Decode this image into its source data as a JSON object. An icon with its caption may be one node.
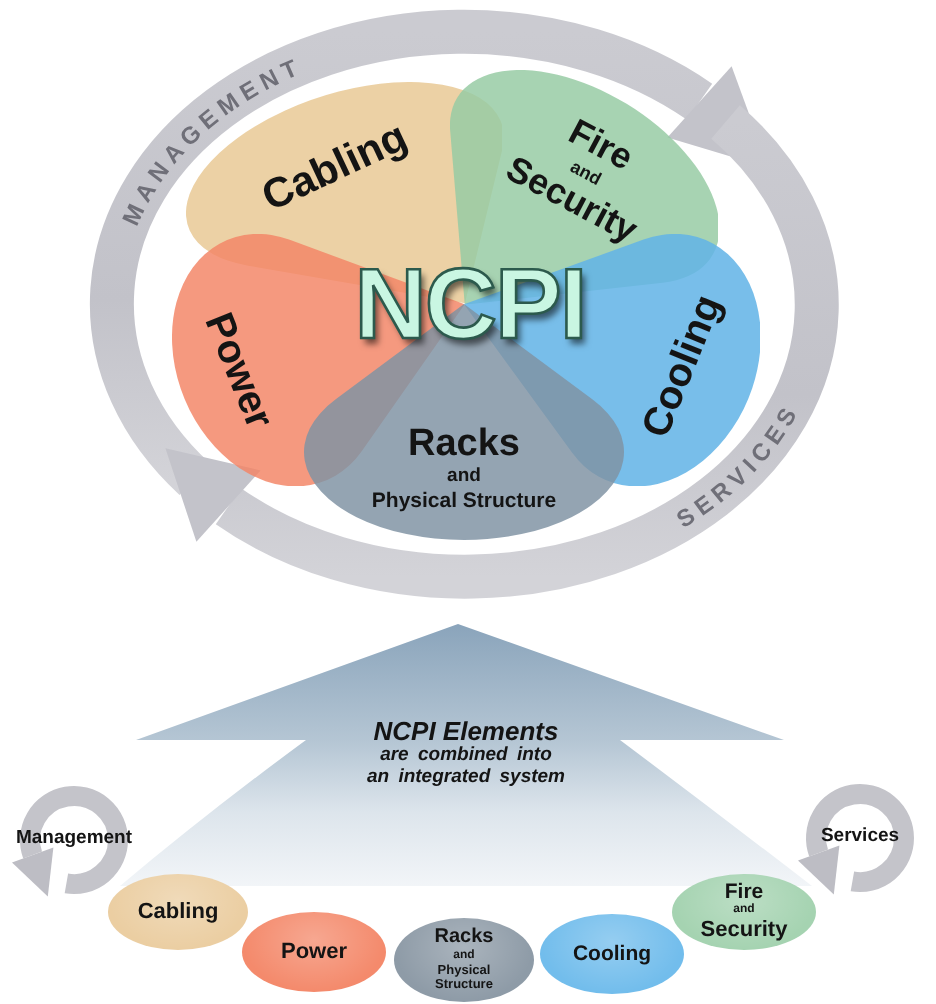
{
  "diagram": {
    "nodes": [
      {
        "text": [
          "Cabling"
        ]
      },
      {
        "text": [
          "Fire",
          "and",
          "Security"
        ]
      },
      {
        "text": [
          "Power"
        ]
      },
      {
        "text": [
          "Cooling"
        ]
      },
      {
        "text": [
          "Racks",
          "and",
          "Physical Structure"
        ]
      },
      {
        "text": [
          "NCPI Elements",
          "are combined into an integrated system"
        ]
      },
      {
        "text": [
          "Management"
        ]
      },
      {
        "text": [
          "Cabling"
        ]
      },
      {
        "text": [
          "Power"
        ]
      },
      {
        "text": [
          "Racks",
          "and",
          "Physical Structure"
        ]
      },
      {
        "text": [
          "Cooling"
        ]
      },
      {
        "text": [
          "Fire",
          "and",
          "Security"
        ]
      },
      {
        "text": [
          "Services"
        ]
      }
    ],
    "labels": [
      "MANAGEMENT",
      "NCPI",
      "SERVICES"
    ]
  }
}
